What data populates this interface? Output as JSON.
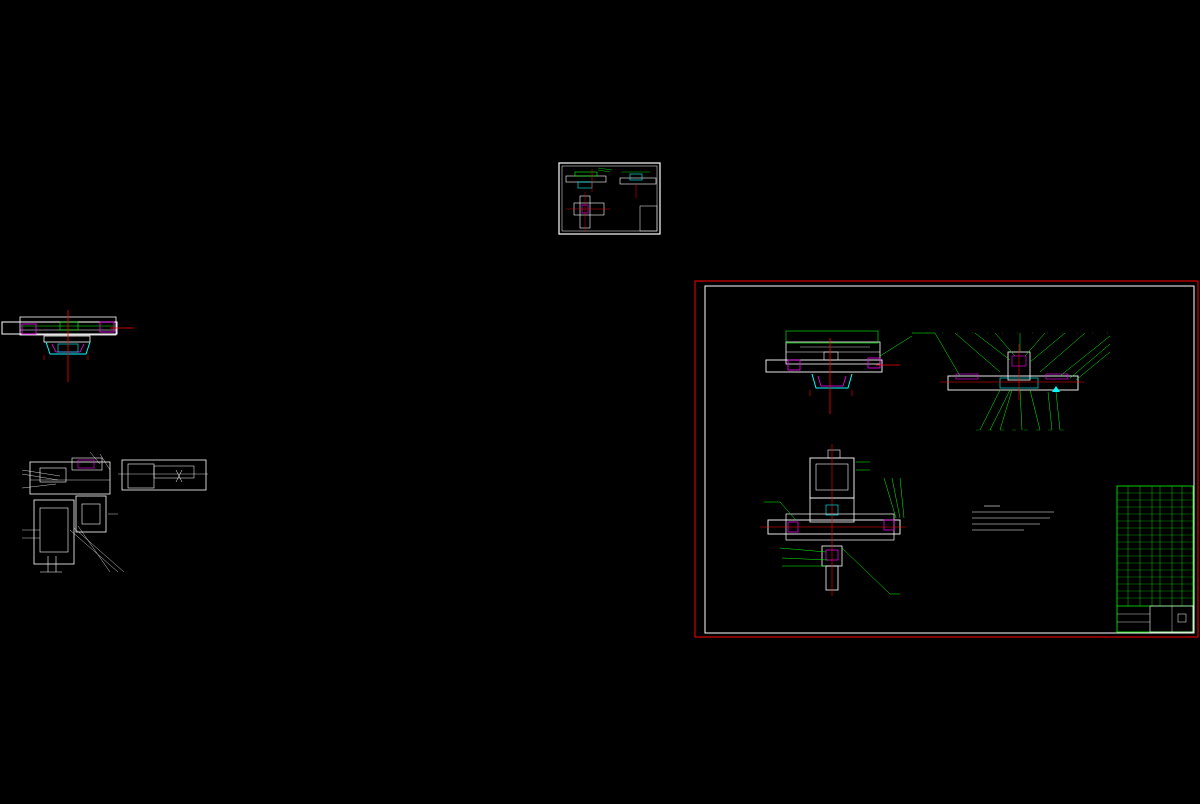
{
  "viewport": {
    "background": "#000000"
  },
  "palette": {
    "line": "#ffffff",
    "dimension": "#00ff00",
    "centerline": "#ff0000",
    "border": "#ff0000",
    "hatch_magenta": "#ff00ff",
    "hatch_cyan": "#00ffff",
    "accent_yellow": "#ffff00"
  },
  "drawings": [
    {
      "id": "thumbnail-sheet",
      "description_name": "small-preview-sheet"
    },
    {
      "id": "slide-assembly-left",
      "description_name": "linear-slide-view"
    },
    {
      "id": "gearbox-detail-left",
      "description_name": "drive-unit-views"
    },
    {
      "id": "main-assembly-sheet",
      "description_name": "main-drawing-sheet"
    }
  ]
}
